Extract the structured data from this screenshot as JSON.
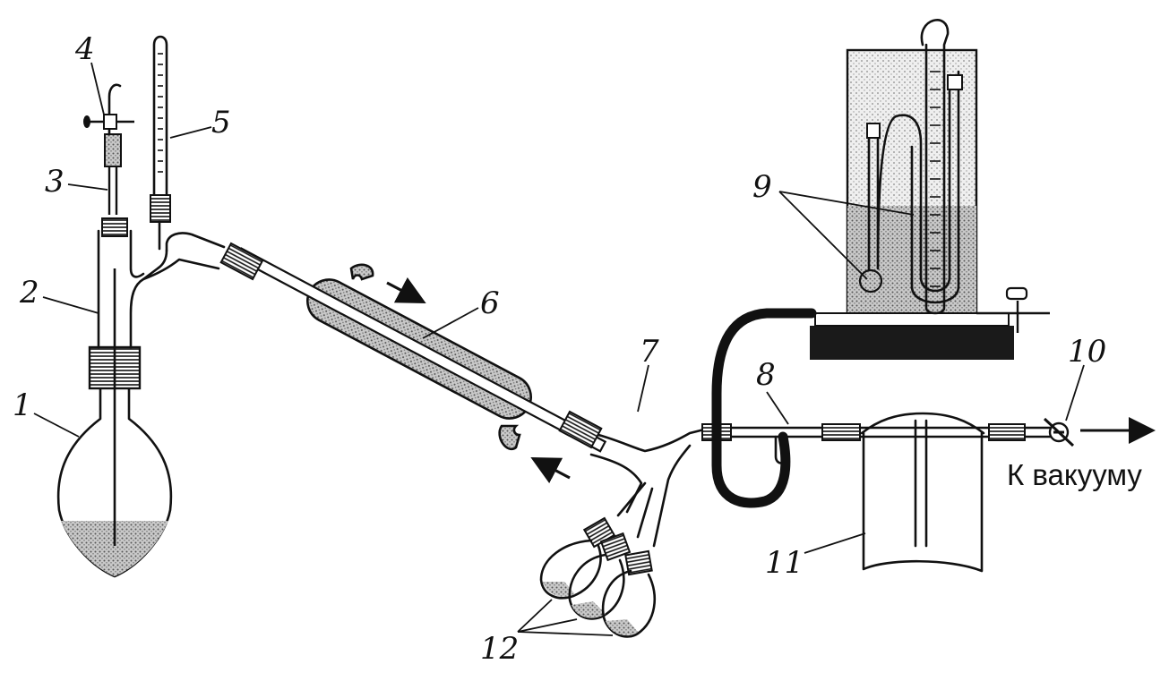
{
  "labels": {
    "n1": "1",
    "n2": "2",
    "n3": "3",
    "n4": "4",
    "n5": "5",
    "n6": "6",
    "n7": "7",
    "n8": "8",
    "n9": "9",
    "n10": "10",
    "n11": "11",
    "n12": "12"
  },
  "caption": "К вакууму",
  "colors": {
    "ink": "#111111",
    "background": "#ffffff",
    "shade": "#8a8a8a"
  }
}
